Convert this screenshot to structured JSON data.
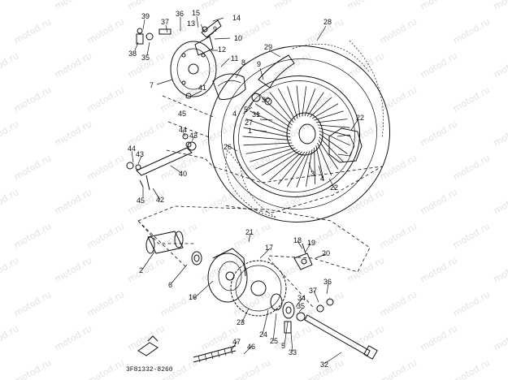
{
  "watermark": "motod.ru",
  "diagram_code": "3F81332-8260",
  "callouts": [
    {
      "id": "c39",
      "label": "39"
    },
    {
      "id": "c37a",
      "label": "37"
    },
    {
      "id": "c36a",
      "label": "36"
    },
    {
      "id": "c15",
      "label": "15"
    },
    {
      "id": "c14",
      "label": "14"
    },
    {
      "id": "c13",
      "label": "13"
    },
    {
      "id": "c9t",
      "label": "9"
    },
    {
      "id": "c10",
      "label": "10"
    },
    {
      "id": "c12",
      "label": "12"
    },
    {
      "id": "c38",
      "label": "38"
    },
    {
      "id": "c35",
      "label": "35"
    },
    {
      "id": "c11",
      "label": "11"
    },
    {
      "id": "c7",
      "label": "7"
    },
    {
      "id": "c8",
      "label": "8"
    },
    {
      "id": "c9m",
      "label": "9"
    },
    {
      "id": "c28",
      "label": "28"
    },
    {
      "id": "c29",
      "label": "29"
    },
    {
      "id": "c41",
      "label": "41"
    },
    {
      "id": "c45a",
      "label": "45"
    },
    {
      "id": "c30",
      "label": "30"
    },
    {
      "id": "c4a",
      "label": "4"
    },
    {
      "id": "c5a",
      "label": "5"
    },
    {
      "id": "c31",
      "label": "31"
    },
    {
      "id": "c27",
      "label": "27"
    },
    {
      "id": "c1",
      "label": "1"
    },
    {
      "id": "c44a",
      "label": "44"
    },
    {
      "id": "c43a",
      "label": "43"
    },
    {
      "id": "c26",
      "label": "26"
    },
    {
      "id": "c22a",
      "label": "22"
    },
    {
      "id": "c44b",
      "label": "44"
    },
    {
      "id": "c43b",
      "label": "43"
    },
    {
      "id": "c40",
      "label": "40"
    },
    {
      "id": "c3",
      "label": "3"
    },
    {
      "id": "c4b",
      "label": "4"
    },
    {
      "id": "c22b",
      "label": "22"
    },
    {
      "id": "c45b",
      "label": "45"
    },
    {
      "id": "c42",
      "label": "42"
    },
    {
      "id": "c21",
      "label": "21"
    },
    {
      "id": "c17",
      "label": "17"
    },
    {
      "id": "c18",
      "label": "18"
    },
    {
      "id": "c19",
      "label": "19"
    },
    {
      "id": "c20",
      "label": "20"
    },
    {
      "id": "c2",
      "label": "2"
    },
    {
      "id": "c6",
      "label": "6"
    },
    {
      "id": "c16",
      "label": "16"
    },
    {
      "id": "c36b",
      "label": "36"
    },
    {
      "id": "c37b",
      "label": "37"
    },
    {
      "id": "c34",
      "label": "34"
    },
    {
      "id": "c35b",
      "label": "35"
    },
    {
      "id": "c23",
      "label": "23"
    },
    {
      "id": "c24",
      "label": "24"
    },
    {
      "id": "c25",
      "label": "25"
    },
    {
      "id": "c5b",
      "label": "5"
    },
    {
      "id": "c33",
      "label": "33"
    },
    {
      "id": "c46",
      "label": "46"
    },
    {
      "id": "c47",
      "label": "47"
    },
    {
      "id": "c32",
      "label": "32"
    }
  ]
}
